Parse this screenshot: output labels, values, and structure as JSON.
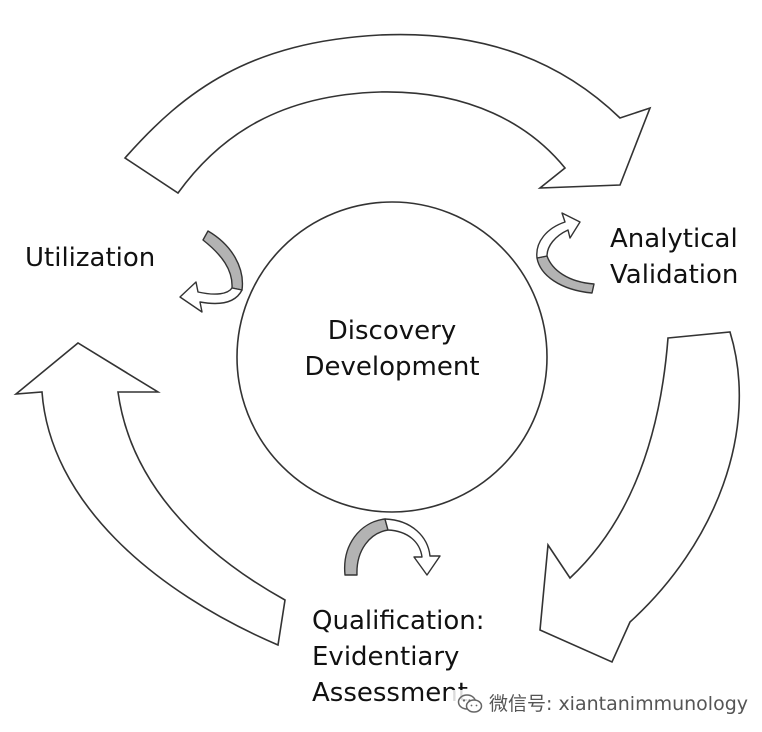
{
  "diagram": {
    "center": {
      "line1": "Discovery",
      "line2": "Development"
    },
    "stages": {
      "analytical": {
        "line1": "Analytical",
        "line2": "Validation"
      },
      "qualification": {
        "line1": "Qualification:",
        "line2": "Evidentiary",
        "line3": "Assessment"
      },
      "utilization": {
        "label": "Utilization"
      }
    }
  },
  "watermark": {
    "text": "微信号: xiantanimmunology",
    "icon": "wechat-icon"
  },
  "colors": {
    "stroke": "#333333",
    "feedback_fill": "#b3b3b3",
    "background": "#ffffff"
  }
}
